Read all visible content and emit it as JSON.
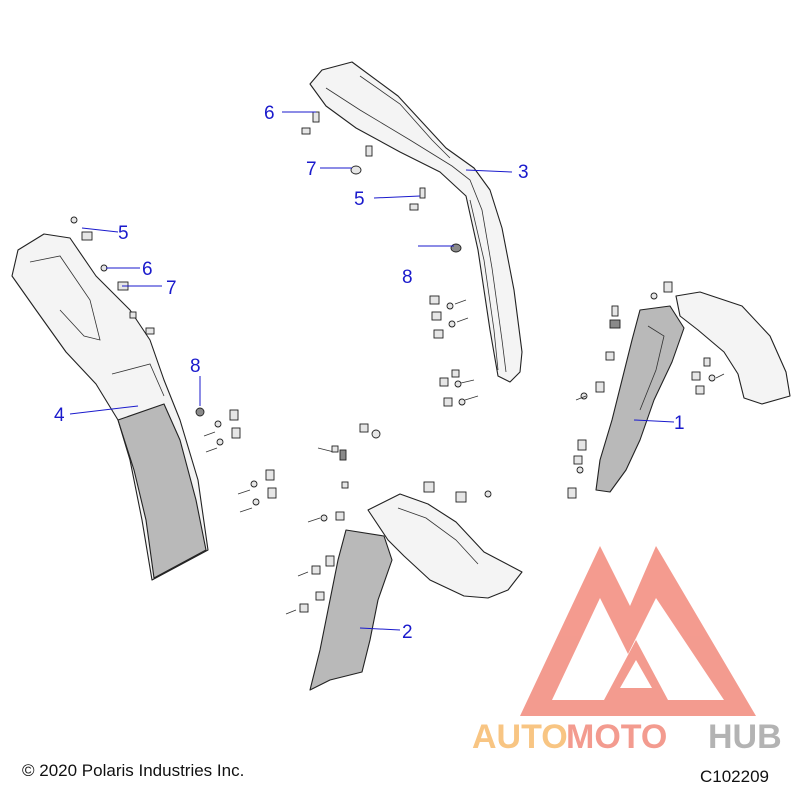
{
  "callouts": {
    "part_1": "1",
    "part_2": "2",
    "part_3": "3",
    "part_4": "4",
    "part_5_top": "5",
    "part_5_left": "5",
    "part_6_top": "6",
    "part_6_left": "6",
    "part_7_top": "7",
    "part_7_left": "7",
    "part_8_center": "8",
    "part_8_left": "8"
  },
  "watermark": {
    "auto": "AUTO",
    "moto": "MOTO",
    "hub": "HUB"
  },
  "footer": {
    "copyright": "© 2020 Polaris Industries Inc.",
    "diagram_code": "C102209"
  },
  "colors": {
    "callout": "#1a1acc",
    "logo_red": "#f07a6a",
    "logo_orange": "#f6b25a",
    "logo_gray": "#9a9a9a"
  }
}
